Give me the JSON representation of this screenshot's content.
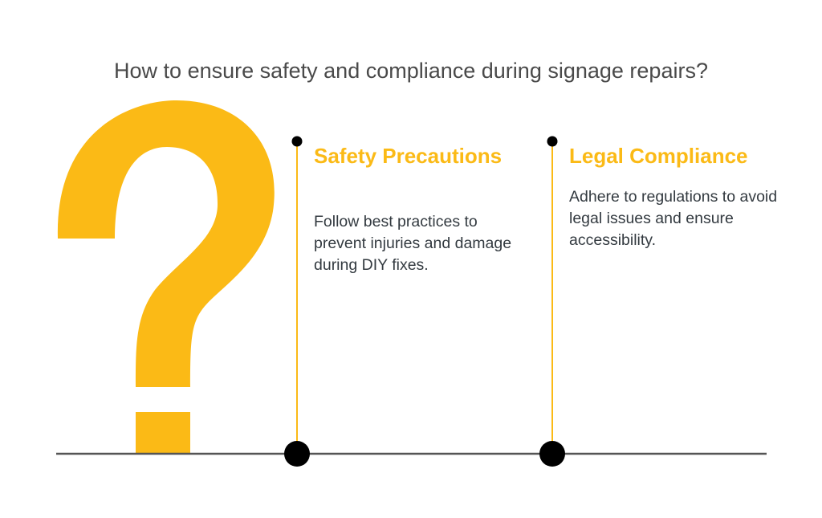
{
  "title": "How to ensure safety and compliance during signage repairs?",
  "colors": {
    "accent": "#FBBA16",
    "axis": "#555555",
    "dot": "#000000",
    "body_text": "#333A40",
    "title_text": "#4A4A4A"
  },
  "icon": "question-mark-icon",
  "items": [
    {
      "heading": "Safety Precautions",
      "text": "Follow best practices to prevent injuries and damage during DIY fixes."
    },
    {
      "heading": "Legal Compliance",
      "text": "Adhere to regulations to avoid legal issues and ensure accessibility."
    }
  ]
}
